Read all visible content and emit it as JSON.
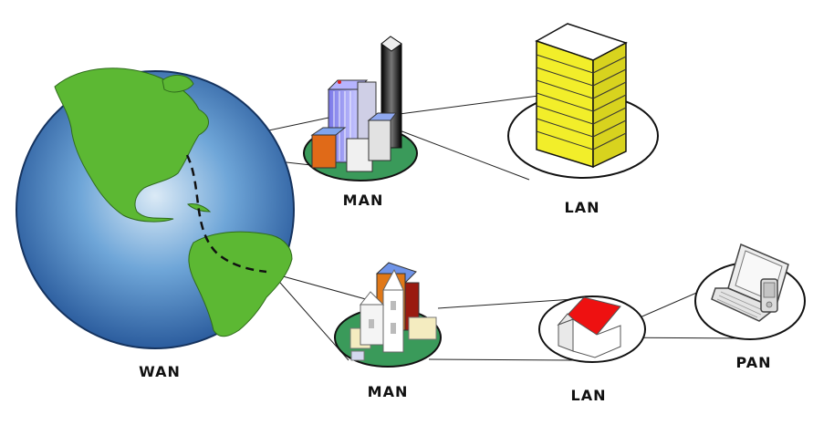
{
  "labels": {
    "wan": "WAN",
    "man_top": "MAN",
    "lan_top": "LAN",
    "man_bottom": "MAN",
    "lan_bottom": "LAN",
    "pan": "PAN"
  },
  "colors": {
    "ocean": "#2f6fb8",
    "land": "#5cb833",
    "ellipse_green": "#3a9a5a",
    "tower_yellow": "#f2ee2a",
    "roof_red": "#ee1111",
    "route_dashed": "#111111"
  },
  "icons": [
    "globe-icon",
    "city-skyscrapers-icon",
    "office-building-icon",
    "town-church-icon",
    "house-icon",
    "laptop-phone-icon"
  ]
}
